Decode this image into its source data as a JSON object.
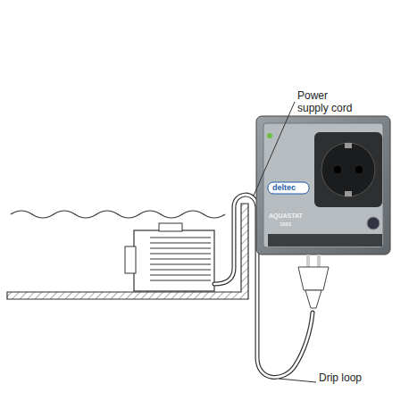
{
  "diagram": {
    "labels": [
      "Power supply cord",
      "Drip loop",
      "deltec",
      "AQUASTAT",
      "1001"
    ]
  }
}
